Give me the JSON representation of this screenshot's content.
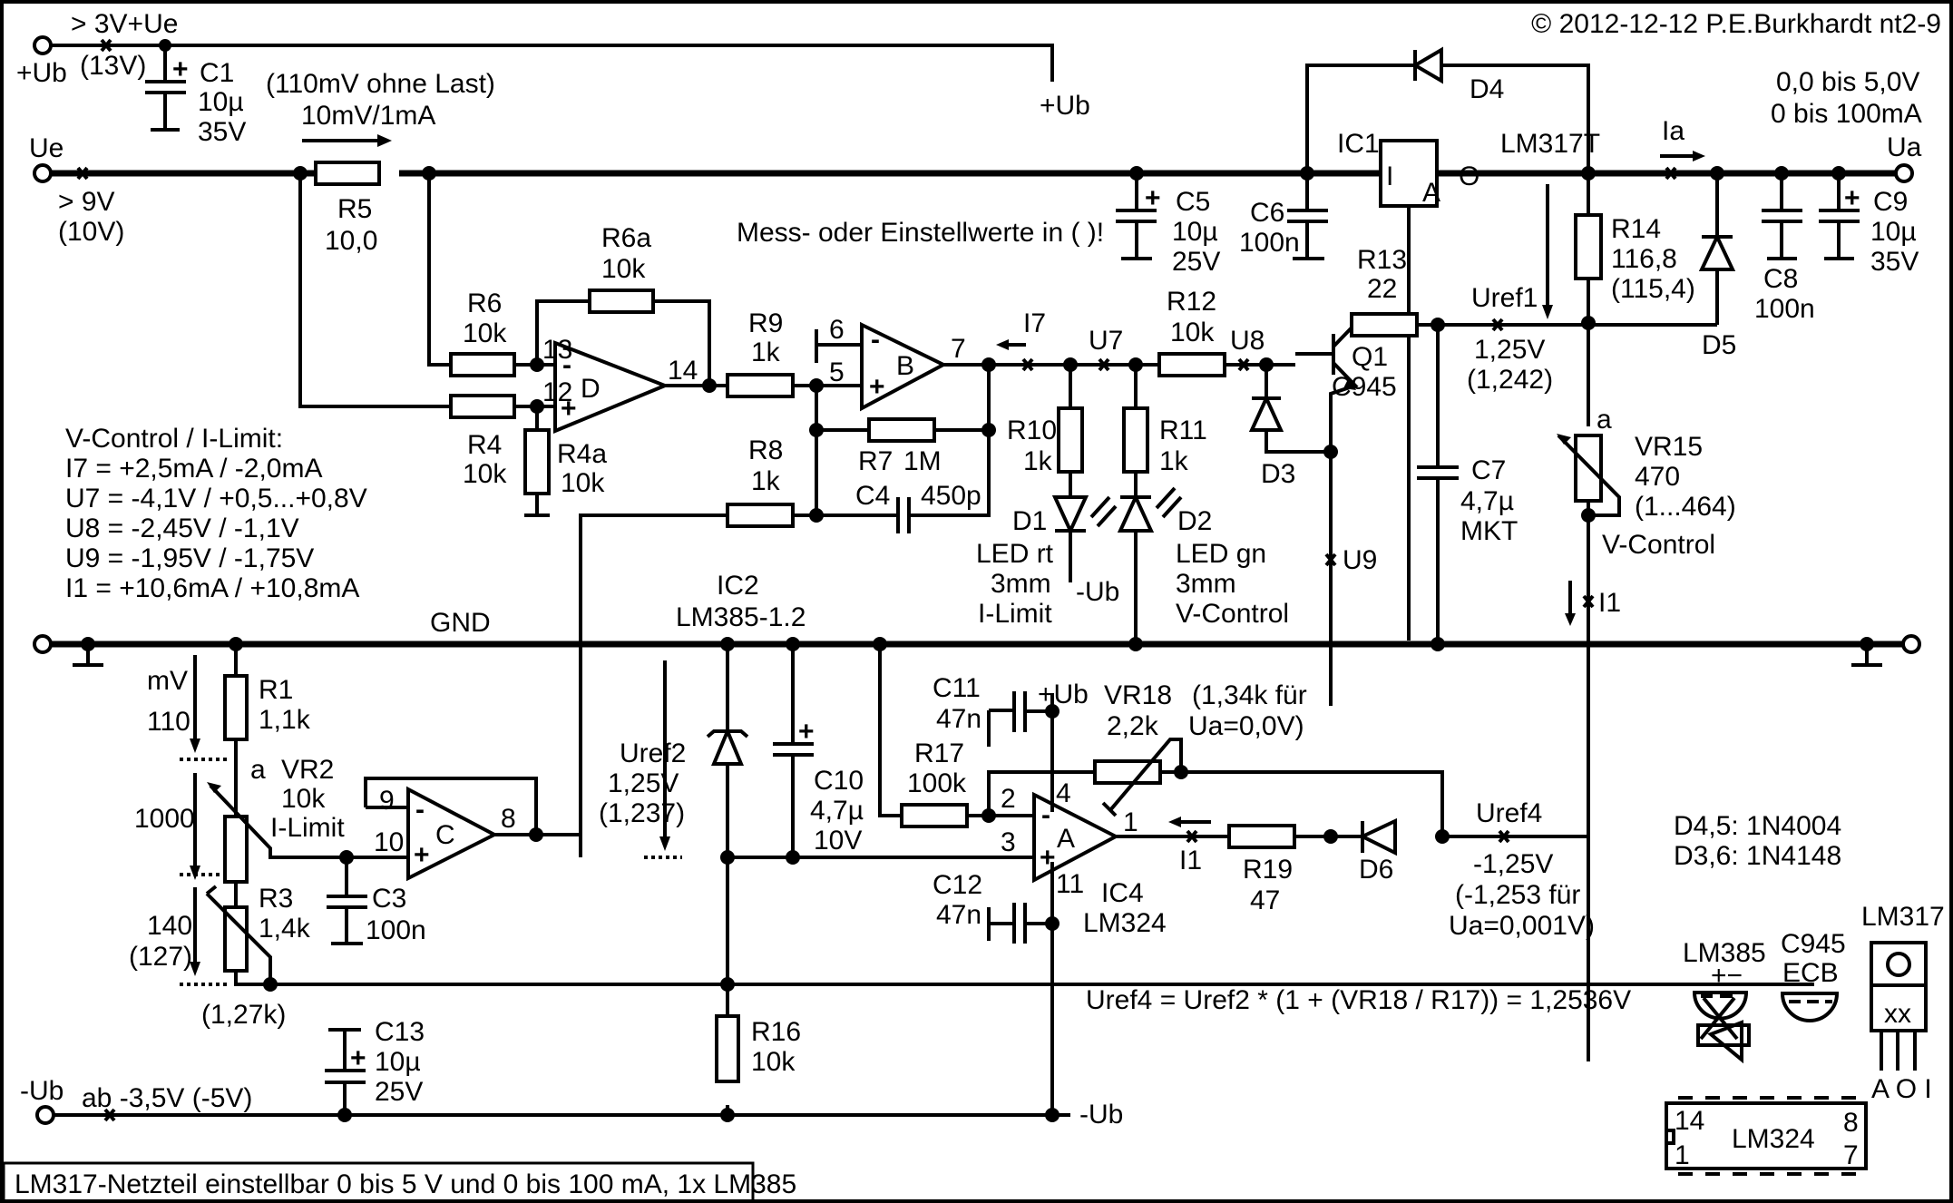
{
  "copyright": "© 2012-12-12 P.E.Burkhardt nt2-9",
  "footer_title": "LM317-Netzteil einstellbar 0 bis 5 V und 0 bis 100 mA, 1x LM385",
  "note_measure": "Mess- oder Einstellwerte in ( )!",
  "terminals": {
    "plus_ub": "+Ub",
    "plus_ub_req": "> 3V+Ue",
    "plus_ub_meas": "(13V)",
    "ue": "Ue",
    "ue_req": "> 9V",
    "ue_meas": "(10V)",
    "ua": "Ua",
    "ua_range_v": "0,0 bis 5,0V",
    "ua_range_i": "0 bis 100mA",
    "minus_ub": "-Ub",
    "minus_ub_req": "ab -3,5V (-5V)",
    "gnd": "GND",
    "plus_ub_ref": "+Ub",
    "minus_ub_ref": "-Ub",
    "led_minus_ub": "-Ub"
  },
  "shunt_note": {
    "line1": "(110mV ohne Last)",
    "line2": "10mV/1mA"
  },
  "components": {
    "C1": {
      "name": "C1",
      "v1": "10µ",
      "v2": "35V"
    },
    "R5": {
      "name": "R5",
      "v1": "10,0"
    },
    "C5": {
      "name": "C5",
      "v1": "10µ",
      "v2": "25V"
    },
    "C6": {
      "name": "C6",
      "v1": "100n"
    },
    "IC1": {
      "name": "IC1",
      "type": "LM317T",
      "pin_i": "I",
      "pin_a": "A",
      "pin_o": "O"
    },
    "D4": {
      "name": "D4"
    },
    "Ia": {
      "name": "Ia"
    },
    "C8": {
      "name": "C8",
      "v1": "100n"
    },
    "C9": {
      "name": "C9",
      "v1": "10µ",
      "v2": "35V"
    },
    "R14": {
      "name": "R14",
      "v1": "116,8",
      "v2": "(115,4)"
    },
    "D5": {
      "name": "D5"
    },
    "R6a": {
      "name": "R6a",
      "v1": "10k"
    },
    "R6": {
      "name": "R6",
      "v1": "10k"
    },
    "R4": {
      "name": "R4",
      "v1": "10k"
    },
    "R4a": {
      "name": "R4a",
      "v1": "10k"
    },
    "opD": {
      "name": "D",
      "pin_inv": "13",
      "pin_non": "12",
      "pin_out": "14"
    },
    "R9": {
      "name": "R9",
      "v1": "1k"
    },
    "opB": {
      "name": "B",
      "pin_inv": "6",
      "pin_non": "5",
      "pin_out": "7"
    },
    "R8": {
      "name": "R8",
      "v1": "1k"
    },
    "R7": {
      "name": "R7",
      "v1": "1M"
    },
    "C4": {
      "name": "C4",
      "v1": "450p"
    },
    "I7": {
      "name": "I7"
    },
    "U7": {
      "name": "U7"
    },
    "U8": {
      "name": "U8"
    },
    "U9": {
      "name": "U9"
    },
    "R10": {
      "name": "R10",
      "v1": "1k"
    },
    "R11": {
      "name": "R11",
      "v1": "1k"
    },
    "D1": {
      "name": "D1",
      "v1": "LED rt",
      "v2": "3mm",
      "v3": "I-Limit"
    },
    "D2": {
      "name": "D2",
      "v1": "LED gn",
      "v2": "3mm",
      "v3": "V-Control"
    },
    "R12": {
      "name": "R12",
      "v1": "10k"
    },
    "R13": {
      "name": "R13",
      "v1": "22"
    },
    "Q1": {
      "name": "Q1",
      "v1": "C945"
    },
    "D3": {
      "name": "D3"
    },
    "C7": {
      "name": "C7",
      "v1": "4,7µ",
      "v2": "MKT"
    },
    "Uref1": {
      "name": "Uref1",
      "v1": "1,25V",
      "v2": "(1,242)"
    },
    "VR15": {
      "name": "VR15",
      "v1": "470",
      "v2": "(1...464)",
      "v3": "V-Control",
      "tap": "a"
    },
    "I1a": {
      "name": "I1"
    },
    "R1": {
      "name": "R1",
      "v1": "1,1k"
    },
    "VR2": {
      "name": "VR2",
      "v1": "10k",
      "v2": "I-Limit",
      "tap": "a"
    },
    "R3": {
      "name": "R3",
      "v1": "1,4k",
      "v2": "(1,27k)"
    },
    "divider": {
      "unit": "mV",
      "v1": "110",
      "v2": "1000",
      "v3": "140",
      "v4": "(127)"
    },
    "opC": {
      "name": "C",
      "pin_inv": "9",
      "pin_non": "10",
      "pin_out": "8"
    },
    "C3": {
      "name": "C3",
      "v1": "100n"
    },
    "C13": {
      "name": "C13",
      "v1": "10µ",
      "v2": "25V"
    },
    "IC2": {
      "name": "IC2",
      "v1": "LM385-1.2"
    },
    "Uref2": {
      "name": "Uref2",
      "v1": "1,25V",
      "v2": "(1,237)"
    },
    "C10": {
      "name": "C10",
      "v1": "4,7µ",
      "v2": "10V"
    },
    "R16": {
      "name": "R16",
      "v1": "10k"
    },
    "C11": {
      "name": "C11",
      "v1": "47n"
    },
    "C12": {
      "name": "C12",
      "v1": "47n"
    },
    "R17": {
      "name": "R17",
      "v1": "100k"
    },
    "VR18": {
      "name": "VR18",
      "v1": "2,2k",
      "note1": "(1,34k für",
      "note2": "Ua=0,0V)"
    },
    "opA": {
      "name": "A",
      "pin_inv": "2",
      "pin_non": "3",
      "pin_out": "1",
      "pin_vp": "4",
      "pin_vn": "11"
    },
    "IC4": {
      "name": "IC4",
      "v1": "LM324"
    },
    "I1b": {
      "name": "I1"
    },
    "R19": {
      "name": "R19",
      "v1": "47"
    },
    "D6": {
      "name": "D6"
    },
    "Uref4": {
      "name": "Uref4",
      "v1": "-1,25V",
      "v2": "(-1,253 für",
      "v3": "Ua=0,001V)"
    }
  },
  "vc_il_table": {
    "title": "V-Control / I-Limit:",
    "rows": [
      "I7 = +2,5mA / -2,0mA",
      "U7 = -4,1V / +0,5...+0,8V",
      "U8 = -2,45V / -1,1V",
      "U9 = -1,95V / -1,75V",
      "I1 = +10,6mA / +10,8mA"
    ]
  },
  "formula": "Uref4 = Uref2 * (1 + (VR18 / R17)) = 1,2536V",
  "diode_types": {
    "line1": "D4,5: 1N4004",
    "line2": "D3,6: 1N4148"
  },
  "pinouts": {
    "lm385": {
      "name": "LM385",
      "pins": "+−"
    },
    "c945": {
      "name": "C945",
      "pins": "ECB"
    },
    "lm317": {
      "name": "LM317",
      "mark": "xx",
      "pins": "A O I"
    },
    "lm324": {
      "name": "LM324",
      "p14": "14",
      "p1": "1",
      "p8": "8",
      "p7": "7"
    }
  }
}
